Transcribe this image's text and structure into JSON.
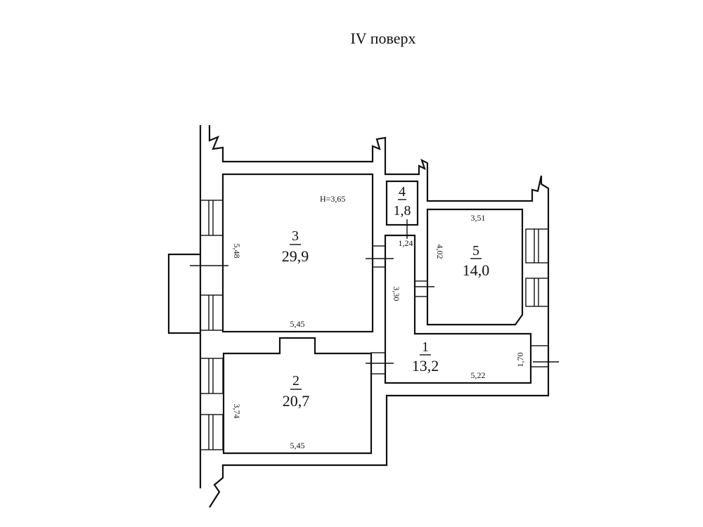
{
  "title": "IV поверх",
  "height_label": "H=3,65",
  "rooms": [
    {
      "number": "1",
      "area": "13,2"
    },
    {
      "number": "2",
      "area": "20,7"
    },
    {
      "number": "3",
      "area": "29,9"
    },
    {
      "number": "4",
      "area": "1,8"
    },
    {
      "number": "5",
      "area": "14,0"
    }
  ],
  "dimensions": {
    "room3_width": "5,45",
    "room3_depth": "5,48",
    "room2_width": "5,45",
    "room2_depth": "3,74",
    "corridor_width": "1,24",
    "corridor_length": "3,30",
    "room5_width": "3,51",
    "room5_depth": "4,02",
    "room1_length": "5,22",
    "room1_width": "1,70"
  }
}
